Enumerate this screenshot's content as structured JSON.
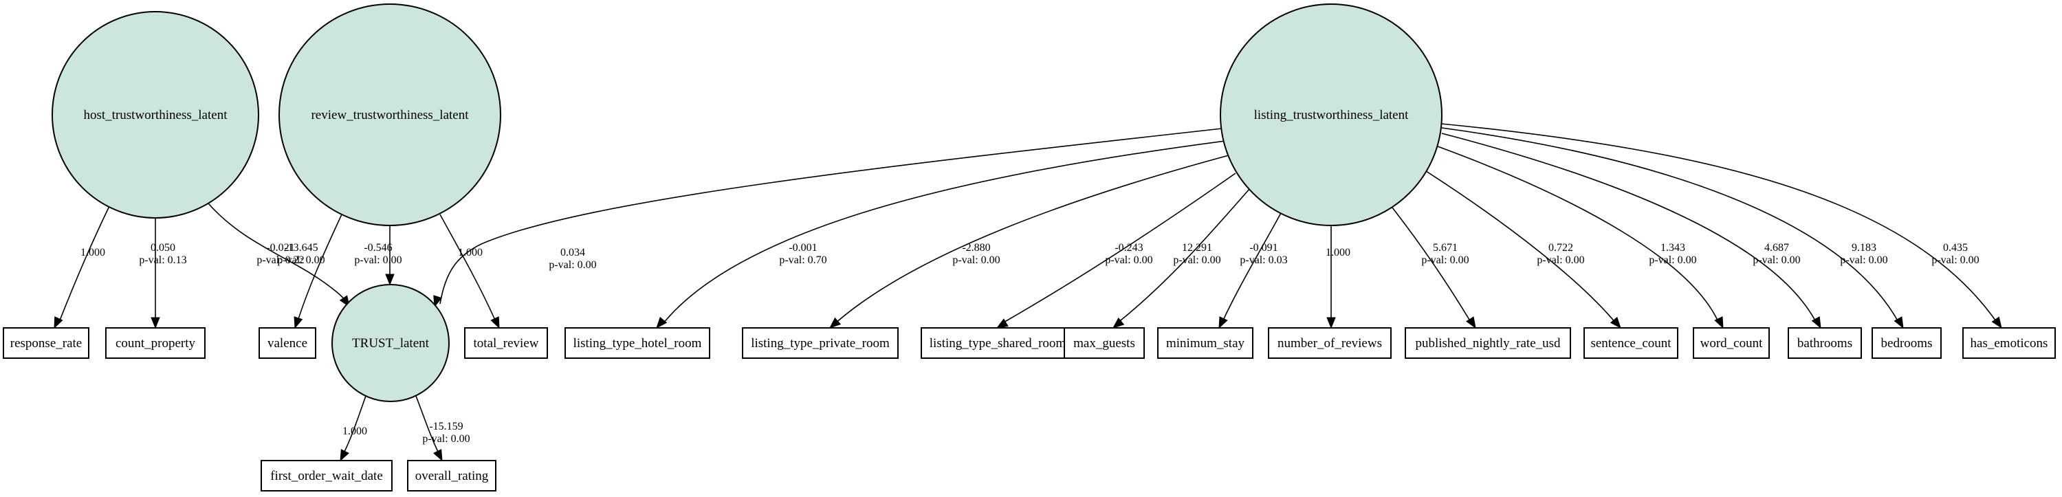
{
  "latent_nodes": [
    {
      "id": "host",
      "label": "host_trustworthiness_latent"
    },
    {
      "id": "review",
      "label": "review_trustworthiness_latent"
    },
    {
      "id": "listing",
      "label": "listing_trustworthiness_latent"
    },
    {
      "id": "trust",
      "label": "TRUST_latent"
    }
  ],
  "observed_nodes": [
    {
      "id": "response_rate",
      "label": "response_rate"
    },
    {
      "id": "count_property",
      "label": "count_property"
    },
    {
      "id": "valence",
      "label": "valence"
    },
    {
      "id": "total_review",
      "label": "total_review"
    },
    {
      "id": "listing_type_hotel_room",
      "label": "listing_type_hotel_room"
    },
    {
      "id": "listing_type_private_room",
      "label": "listing_type_private_room"
    },
    {
      "id": "listing_type_shared_room",
      "label": "listing_type_shared_room"
    },
    {
      "id": "max_guests",
      "label": "max_guests"
    },
    {
      "id": "minimum_stay",
      "label": "minimum_stay"
    },
    {
      "id": "number_of_reviews",
      "label": "number_of_reviews"
    },
    {
      "id": "published_nightly_rate_usd",
      "label": "published_nightly_rate_usd"
    },
    {
      "id": "sentence_count",
      "label": "sentence_count"
    },
    {
      "id": "word_count",
      "label": "word_count"
    },
    {
      "id": "bathrooms",
      "label": "bathrooms"
    },
    {
      "id": "bedrooms",
      "label": "bedrooms"
    },
    {
      "id": "has_emoticons",
      "label": "has_emoticons"
    },
    {
      "id": "first_order_wait_date",
      "label": "first_order_wait_date"
    },
    {
      "id": "overall_rating",
      "label": "overall_rating"
    }
  ],
  "edges": [
    {
      "from": "host",
      "to": "response_rate",
      "estimate": "1.000",
      "pval": ""
    },
    {
      "from": "host",
      "to": "count_property",
      "estimate": "0.050",
      "pval": "p-val: 0.13"
    },
    {
      "from": "host",
      "to": "trust",
      "estimate": "-0.021",
      "pval": "p-val: 0.22"
    },
    {
      "from": "review",
      "to": "valence",
      "estimate": "-13.645",
      "pval": "p-val: 0.00"
    },
    {
      "from": "review",
      "to": "trust",
      "estimate": "-0.546",
      "pval": "p-val: 0.00"
    },
    {
      "from": "review",
      "to": "total_review",
      "estimate": "1.000",
      "pval": ""
    },
    {
      "from": "listing",
      "to": "trust",
      "estimate": "0.034",
      "pval": "p-val: 0.00"
    },
    {
      "from": "listing",
      "to": "listing_type_hotel_room",
      "estimate": "-0.001",
      "pval": "p-val: 0.70"
    },
    {
      "from": "listing",
      "to": "listing_type_private_room",
      "estimate": "-2.880",
      "pval": "p-val: 0.00"
    },
    {
      "from": "listing",
      "to": "listing_type_shared_room",
      "estimate": "-0.243",
      "pval": "p-val: 0.00"
    },
    {
      "from": "listing",
      "to": "max_guests",
      "estimate": "12.291",
      "pval": "p-val: 0.00"
    },
    {
      "from": "listing",
      "to": "minimum_stay",
      "estimate": "-0.091",
      "pval": "p-val: 0.03"
    },
    {
      "from": "listing",
      "to": "number_of_reviews",
      "estimate": "1.000",
      "pval": ""
    },
    {
      "from": "listing",
      "to": "published_nightly_rate_usd",
      "estimate": "5.671",
      "pval": "p-val: 0.00"
    },
    {
      "from": "listing",
      "to": "sentence_count",
      "estimate": "0.722",
      "pval": "p-val: 0.00"
    },
    {
      "from": "listing",
      "to": "word_count",
      "estimate": "1.343",
      "pval": "p-val: 0.00"
    },
    {
      "from": "listing",
      "to": "bathrooms",
      "estimate": "4.687",
      "pval": "p-val: 0.00"
    },
    {
      "from": "listing",
      "to": "bedrooms",
      "estimate": "9.183",
      "pval": "p-val: 0.00"
    },
    {
      "from": "listing",
      "to": "has_emoticons",
      "estimate": "0.435",
      "pval": "p-val: 0.00"
    },
    {
      "from": "trust",
      "to": "first_order_wait_date",
      "estimate": "1.000",
      "pval": ""
    },
    {
      "from": "trust",
      "to": "overall_rating",
      "estimate": "-15.159",
      "pval": "p-val: 0.00"
    }
  ],
  "colors": {
    "latent_fill": "#cce6de",
    "stroke": "#000000",
    "background": "#ffffff"
  }
}
